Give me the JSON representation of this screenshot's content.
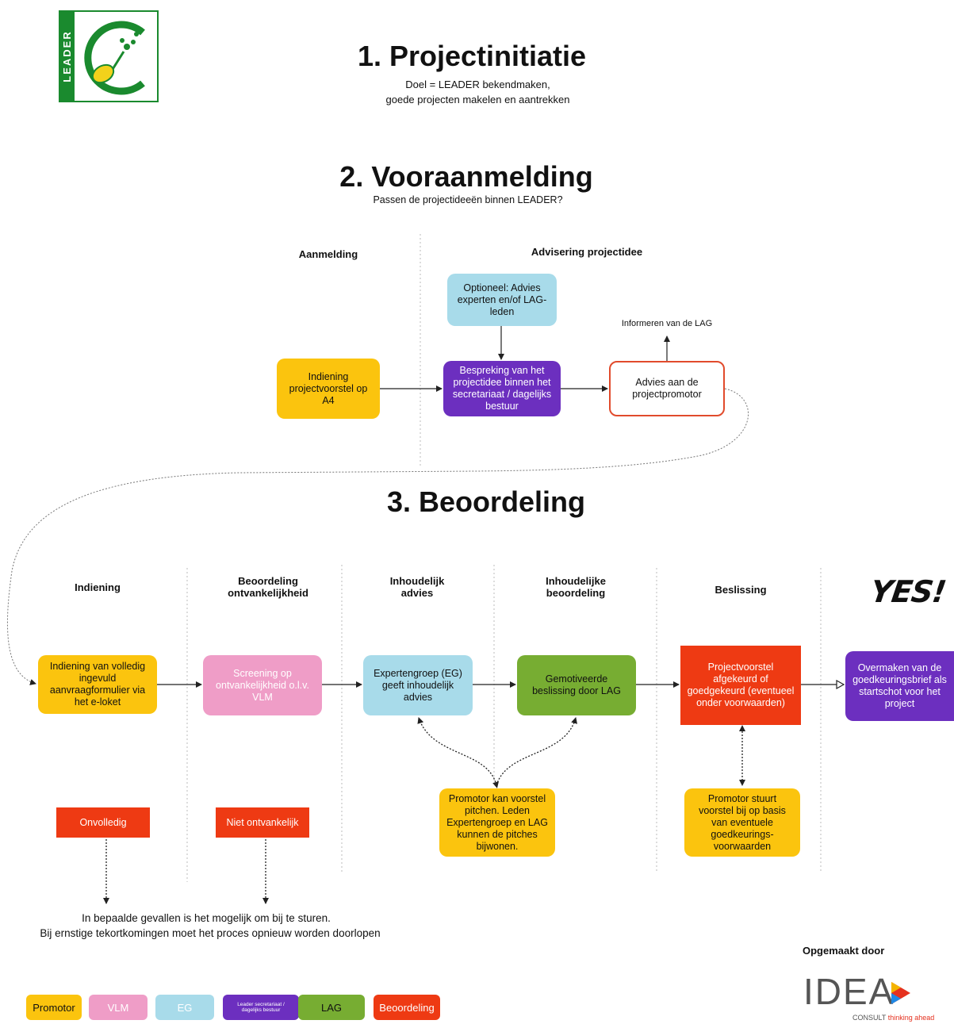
{
  "logo": {
    "text": "LEADER",
    "colors": {
      "green": "#1a8a2e",
      "yellow": "#f2d21b"
    }
  },
  "section1": {
    "title": "1. Projectinitiatie",
    "line1": "Doel = LEADER bekendmaken,",
    "line2": "goede projecten makelen en aantrekken"
  },
  "section2": {
    "title": "2. Vooraanmelding",
    "subtitle": "Passen de projectideeën binnen LEADER?",
    "col_aanmelding": "Aanmelding",
    "col_advisering": "Advisering projectidee",
    "box_indiening": "Indiening projectvoorstel op A4",
    "box_optioneel": "Optioneel: Advies experten en/of LAG-leden",
    "box_bespreking": "Bespreking van het projectidee binnen het secretariaat / dagelijks bestuur",
    "box_advies": "Advies aan de projectpromotor",
    "informeren": "Informeren van de LAG"
  },
  "section3": {
    "title": "3. Beoordeling",
    "columns": [
      "Indiening",
      "Beoordeling ontvankelijkheid",
      "Inhoudelijk advies",
      "Inhoudelijke beoordeling",
      "Beslissing"
    ],
    "yes": "YES!",
    "box_indiening": "Indiening van volledig ingevuld aanvraagformulier via het e-loket",
    "box_screening": "Screening op ontvankelijkheid o.l.v. VLM",
    "box_expertengroep": "Expertengroep (EG) geeft inhoudelijk advies",
    "box_gemotiveerde": "Gemotiveerde beslissing door LAG",
    "box_projectvoorstel": "Projectvoorstel afgekeurd of goedgekeurd (eventueel onder voorwaarden)",
    "box_overmaken": "Overmaken van de goedkeuringsbrief als startschot voor het project",
    "box_onvolledig": "Onvolledig",
    "box_niet": "Niet ontvankelijk",
    "box_pitch": "Promotor kan voorstel pitchen. Leden Expertengroep en LAG kunnen de pitches bijwonen.",
    "box_promotor_stuurt": "Promotor stuurt voorstel bij op basis van eventuele goedkeurings-voorwaarden",
    "note_line1": "In bepaalde gevallen is het mogelijk om bij te sturen.",
    "note_line2": "Bij ernstige tekortkomingen moet het proces opnieuw worden doorlopen"
  },
  "legend": [
    {
      "label": "Promotor",
      "color": "#fbc40e"
    },
    {
      "label": "VLM",
      "color": "#ef9dc7"
    },
    {
      "label": "EG",
      "color": "#a8dbea"
    },
    {
      "label": "Leader secretariaat / dagelijks bestuur",
      "color": "#6c2fbf"
    },
    {
      "label": "LAG",
      "color": "#77ad32"
    },
    {
      "label": "Beoordeling",
      "color": "#ee3a13"
    }
  ],
  "credits": {
    "label": "Opgemaakt door",
    "brand": "IDEA",
    "tagline_a": "CONSULT",
    "tagline_b": "thinking ahead"
  }
}
